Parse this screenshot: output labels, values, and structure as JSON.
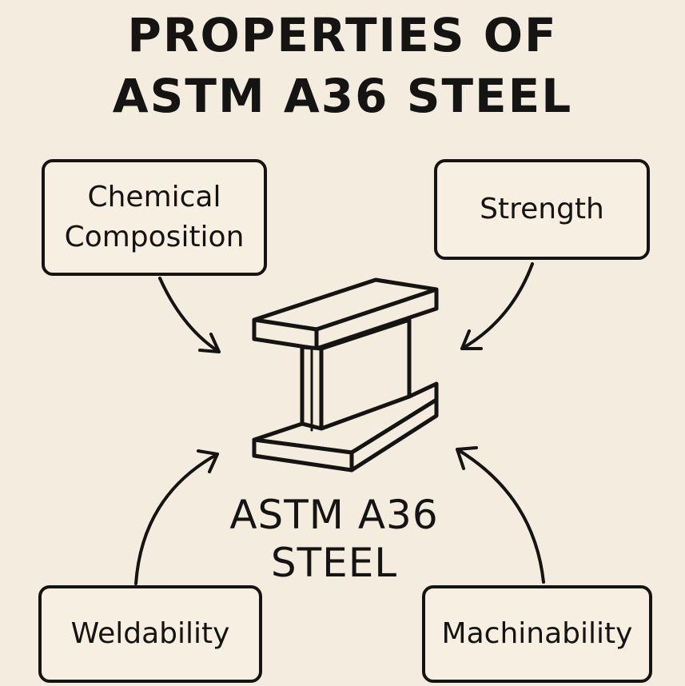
{
  "title": {
    "line1": "PROPERTIES OF",
    "line2": "ASTM A36 STEEL"
  },
  "center": {
    "line1": "ASTM A36",
    "line2": "STEEL",
    "icon": "i-beam-icon"
  },
  "nodes": {
    "chemical_composition": {
      "line1": "Chemical",
      "line2": "Composition"
    },
    "strength": {
      "label": "Strength"
    },
    "weldability": {
      "label": "Weldability"
    },
    "machinability": {
      "label": "Machinability"
    }
  },
  "colors": {
    "background": "#f3ecdf",
    "ink": "#161412"
  }
}
